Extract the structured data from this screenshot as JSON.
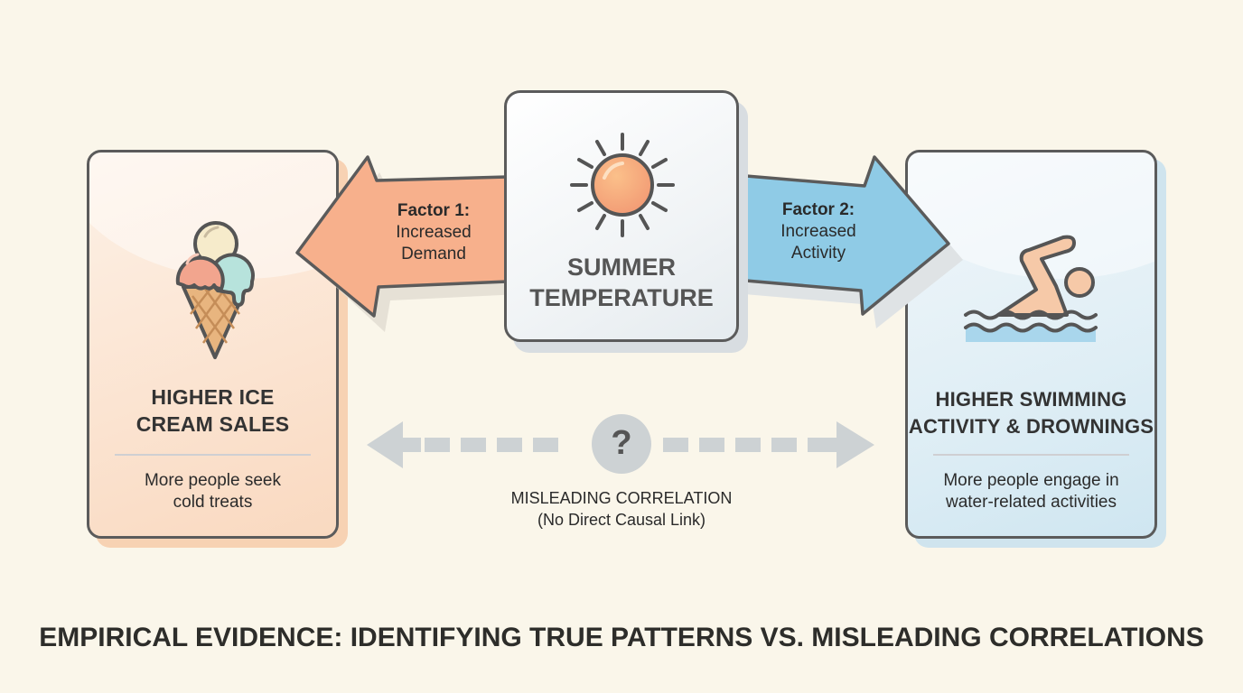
{
  "title": "EMPIRICAL EVIDENCE: IDENTIFYING TRUE PATTERNS VS. MISLEADING CORRELATIONS",
  "cause": {
    "title_line1": "SUMMER",
    "title_line2": "TEMPERATURE",
    "icon": "sun-icon"
  },
  "factors": [
    {
      "label": "Factor 1:",
      "line1": "Increased",
      "line2": "Demand",
      "direction": "left",
      "color": "#f7b08c"
    },
    {
      "label": "Factor 2:",
      "line1": "Increased",
      "line2": "Activity",
      "direction": "right",
      "color": "#8fcbe6"
    }
  ],
  "effects": [
    {
      "title_line1": "HIGHER ICE",
      "title_line2": "CREAM SALES",
      "desc_line1": "More people seek",
      "desc_line2": "cold treats",
      "icon": "ice-cream-icon",
      "color": "#fbe3d0"
    },
    {
      "title_line1": "HIGHER SWIMMING",
      "title_line2": "ACTIVITY & DROWNINGS",
      "desc_line1": "More people engage in",
      "desc_line2": "water-related activities",
      "icon": "swimmer-icon",
      "color": "#dfeef5"
    }
  ],
  "correlation": {
    "symbol": "?",
    "line1": "MISLEADING CORRELATION",
    "line2": "(No Direct Causal Link)",
    "color": "#cdd2d4"
  },
  "colors": {
    "background": "#faf6ea",
    "outline": "#5b5b5b",
    "peach": "#f7b08c",
    "blue": "#8fcbe6"
  }
}
